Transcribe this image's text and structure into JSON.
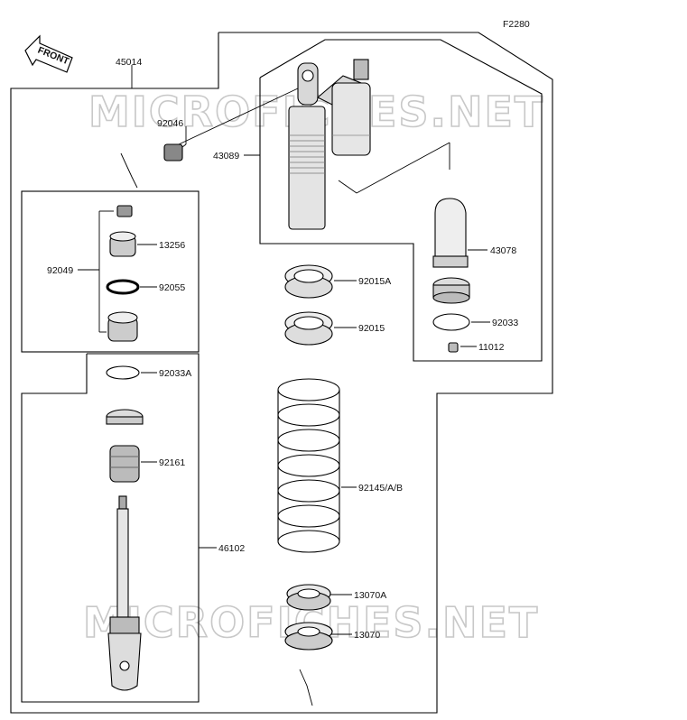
{
  "diagram": {
    "figure_code": "F2280",
    "front_indicator": "FRONT",
    "watermark": "MICROFICHES.NET",
    "parts": [
      {
        "id": "45014",
        "label": "45014"
      },
      {
        "id": "92046",
        "label": "92046"
      },
      {
        "id": "43089",
        "label": "43089"
      },
      {
        "id": "43078",
        "label": "43078"
      },
      {
        "id": "92015A",
        "label": "92015A"
      },
      {
        "id": "92015",
        "label": "92015"
      },
      {
        "id": "92033",
        "label": "92033"
      },
      {
        "id": "11012",
        "label": "11012"
      },
      {
        "id": "13256",
        "label": "13256"
      },
      {
        "id": "92049",
        "label": "92049"
      },
      {
        "id": "92055",
        "label": "92055"
      },
      {
        "id": "92033A",
        "label": "92033A"
      },
      {
        "id": "92161",
        "label": "92161"
      },
      {
        "id": "92145AB",
        "label": "92145/A/B"
      },
      {
        "id": "46102",
        "label": "46102"
      },
      {
        "id": "13070A",
        "label": "13070A"
      },
      {
        "id": "13070",
        "label": "13070"
      }
    ]
  }
}
